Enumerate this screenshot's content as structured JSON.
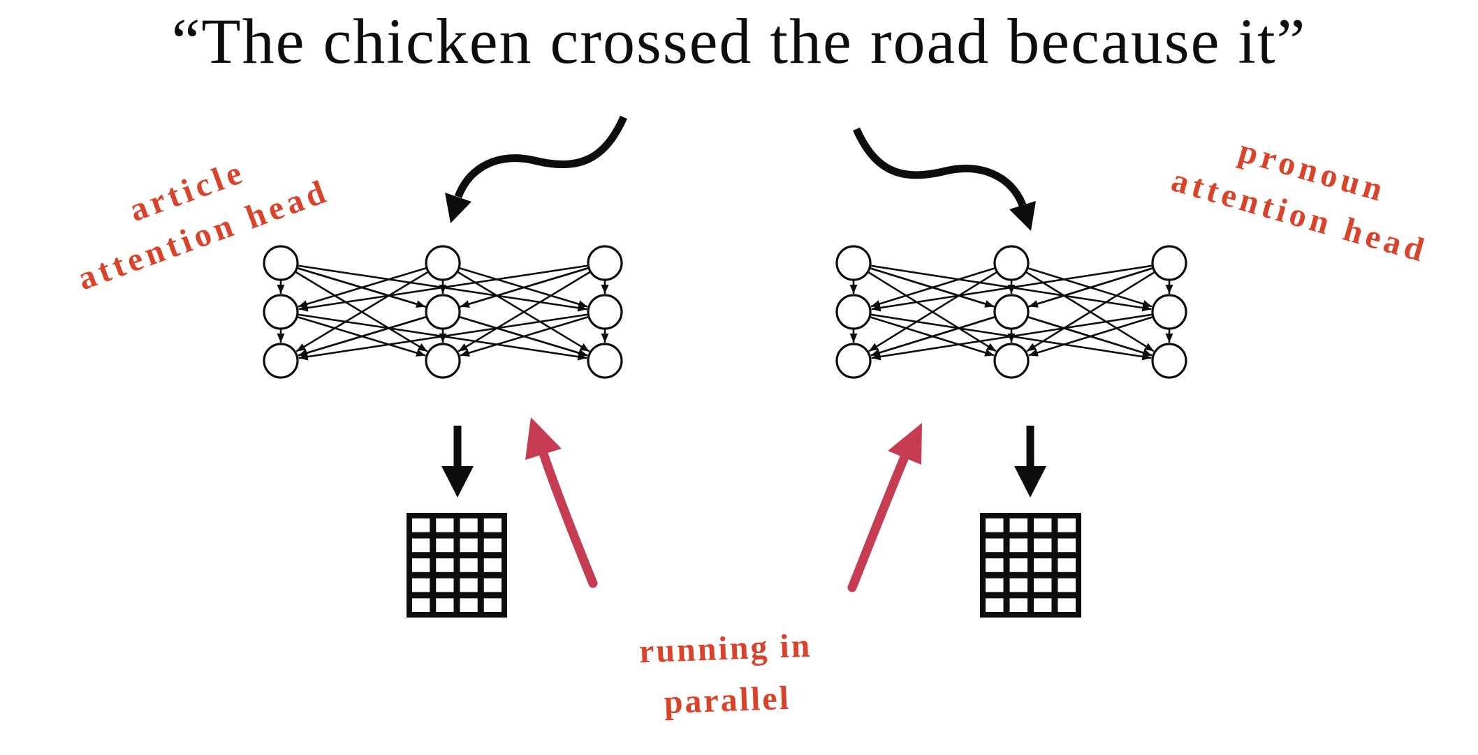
{
  "title": {
    "text": "“The chicken crossed the road because it”"
  },
  "annotations": {
    "article_head": {
      "line1": "article",
      "line2": "attention head"
    },
    "pronoun_head": {
      "line1": "pronoun",
      "line2": "attention head"
    },
    "running_parallel": {
      "line1": "running in",
      "line2": "parallel"
    }
  },
  "diagram": {
    "networks": [
      {
        "name": "article-attention-head-network",
        "columns": 3,
        "rows": 3
      },
      {
        "name": "pronoun-attention-head-network",
        "columns": 3,
        "rows": 3
      }
    ],
    "attention_grids": [
      {
        "name": "left-attention-grid",
        "columns": 4,
        "rows": 5
      },
      {
        "name": "right-attention-grid",
        "columns": 4,
        "rows": 5
      }
    ]
  },
  "colors": {
    "background": "#ffffff",
    "ink": "#0d0d0d",
    "hand_text_red": "#d8432a",
    "crayon_arrow_red": "#c63d53"
  }
}
